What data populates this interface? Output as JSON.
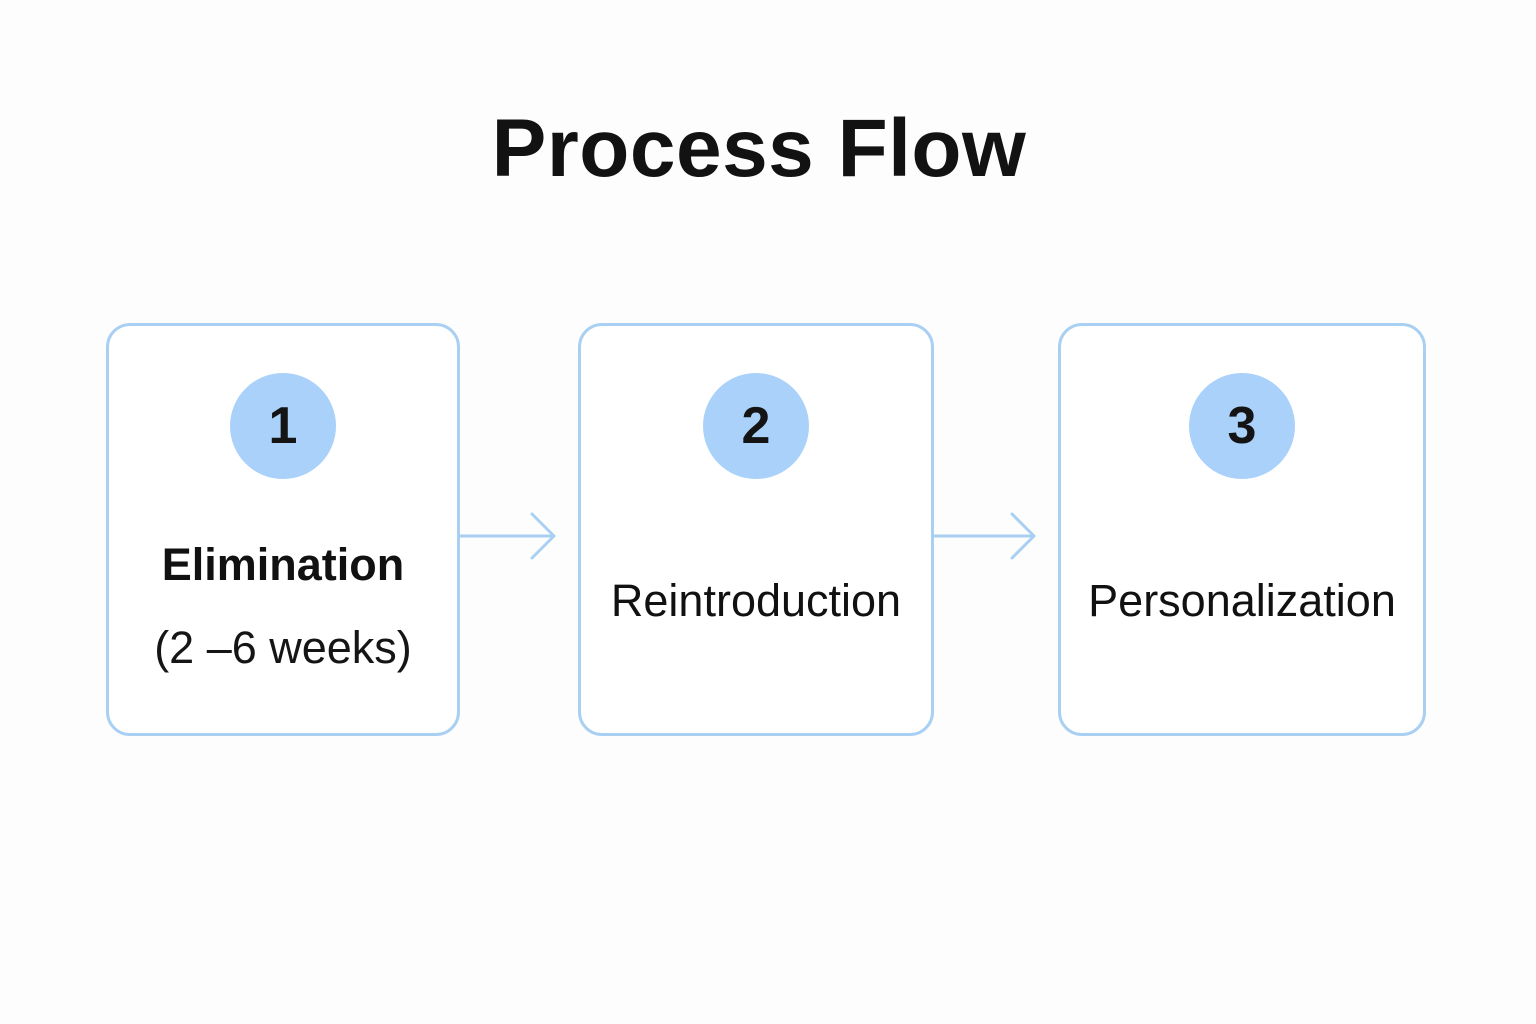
{
  "title": "Process Flow",
  "colors": {
    "box_border": "#a9d0f3",
    "circle_fill": "#a9d1fa",
    "arrow": "#a9d0f3",
    "text": "#111111"
  },
  "steps": [
    {
      "number": "1",
      "label": "Elimination",
      "sublabel": "(2 –6 weeks)"
    },
    {
      "number": "2",
      "label": "Reintroduction"
    },
    {
      "number": "3",
      "label": "Personalization"
    }
  ],
  "connectors": [
    {
      "from": "1",
      "to": "2"
    },
    {
      "from": "2",
      "to": "3"
    }
  ]
}
